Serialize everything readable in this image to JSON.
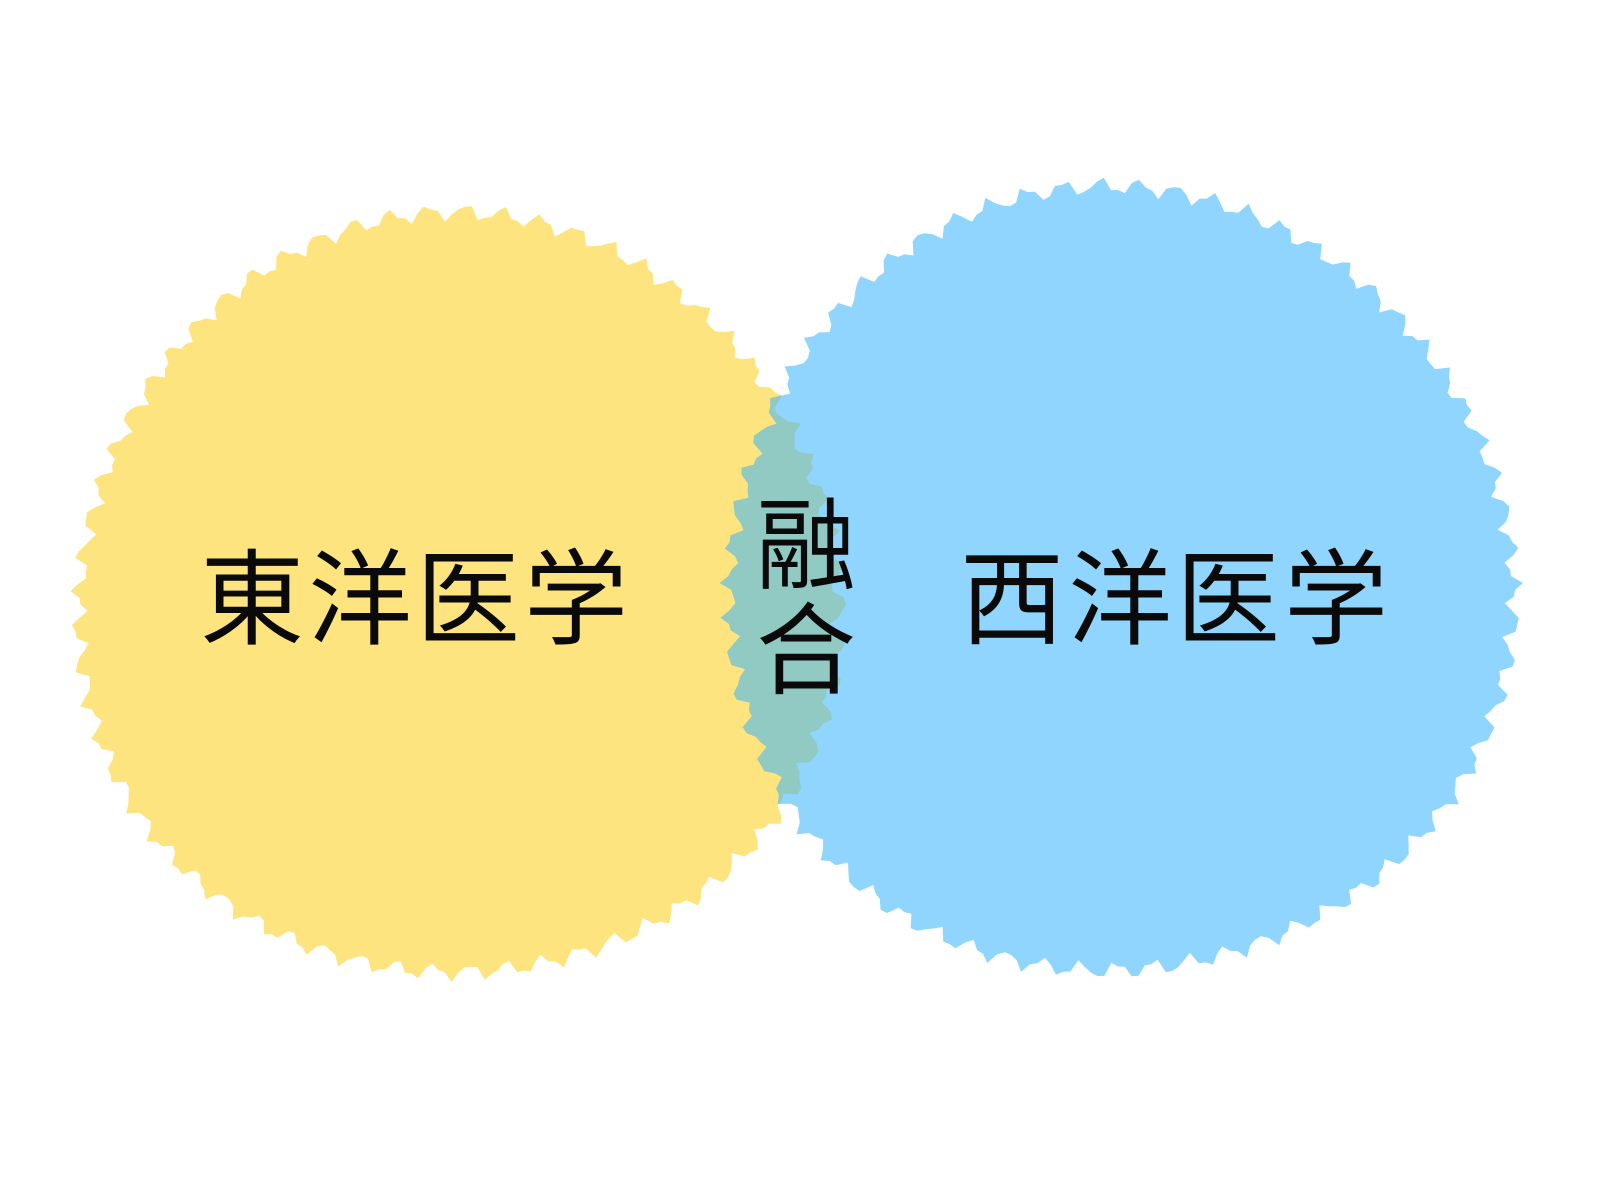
{
  "diagram": {
    "left_circle": {
      "label": "東洋医学",
      "color": "#fde47f"
    },
    "right_circle": {
      "label": "西洋医学",
      "color": "#8fd5fd"
    },
    "overlap": {
      "label_line1": "融",
      "label_line2": "合",
      "color": "#91c9c3"
    }
  }
}
